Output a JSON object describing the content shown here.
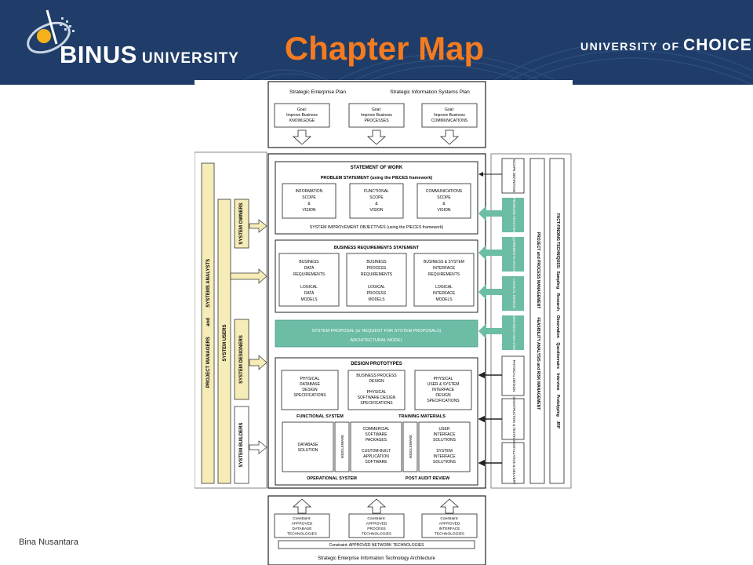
{
  "header": {
    "logo_word1": "BINUS",
    "logo_word2": "UNIVERSITY",
    "title": "Chapter Map",
    "tagline_prefix": "UNIVERSITY OF",
    "tagline_highlight": "CHOICE"
  },
  "footer": {
    "text": "Bina Nusantara"
  },
  "colors": {
    "header_bg": "#1f3d68",
    "title": "#f47b20",
    "teal": "#6cbca6",
    "yellow": "#f6ecb7",
    "stroke": "#222222"
  },
  "diagram": {
    "top_plans": {
      "left": "Strategic Enterprise Plan",
      "right": "Strategic Information Systems Plan",
      "goals": [
        [
          "Goal:",
          "Improve Business",
          "KNOWLEDGE"
        ],
        [
          "Goal:",
          "Improve Business",
          "PROCESSES"
        ],
        [
          "Goal:",
          "Improve Business",
          "COMMUNICATIONS"
        ]
      ]
    },
    "left_bars": {
      "managers": "PROJECT MANAGERS        and        SYSTEMS ANALYSTS",
      "users": "SYSTEM USERS",
      "owners": "SYSTEM OWNERS",
      "designers": "SYSTEM DESIGNERS",
      "builders": "SYSTEM BUILDERS"
    },
    "sow": {
      "title": "STATEMENT OF WORK",
      "problem": "PROBLEM STATEMENT (using the PIECES framework)",
      "boxes": [
        [
          "INFORMATION",
          "SCOPE",
          "&",
          "VISION"
        ],
        [
          "FUNCTIONAL",
          "SCOPE",
          "&",
          "VISION"
        ],
        [
          "COMMUNICATIONS",
          "SCOPE",
          "&",
          "VISION"
        ]
      ],
      "objectives": "SYSTEM IMPROVEMENT OBJECTIVES (using the PIECES framework)"
    },
    "brs": {
      "title": "BUSINESS REQUIREMENTS STATEMENT",
      "boxes": [
        [
          "BUSINESS",
          "DATA",
          "REQUIREMENTS",
          "",
          "LOGICAL",
          "DATA",
          "MODELS"
        ],
        [
          "BUSINESS",
          "PROCESS",
          "REQUIREMENTS",
          "",
          "LOGICAL",
          "PROCESS",
          "MODELS"
        ],
        [
          "BUSINESS & SYSTEM",
          "INTERFACE",
          "REQUIREMENTS",
          "",
          "LOGICAL",
          "INTERFACE",
          "MODELS"
        ]
      ]
    },
    "proposal": {
      "line1": "SYSTEM PROPOSAL  (or  REQUEST FOR SYSTEM PROPOSALS)",
      "line2": "ARCHITECTURAL MODEL"
    },
    "design": {
      "title": "DESIGN PROTOTYPES",
      "boxes": [
        [
          "PHYSICAL",
          "DATABASE",
          "DESIGN",
          "SPECIFICATIONS"
        ],
        [
          "BUSINESS PROCESS",
          "DESIGN",
          "",
          "PHYSICAL",
          "SOFTWARE DESIGN",
          "SPECIFICATIONS"
        ],
        [
          "PHYSICAL",
          "USER & SYSTEM",
          "INTERFACE",
          "DESIGN",
          "SPECIFICATIONS"
        ]
      ],
      "functional": "FUNCTIONAL SYSTEM",
      "training": "TRAINING MATERIALS",
      "db_solution": [
        "DATABASE",
        "SOLUTION"
      ],
      "middleware": "MIDDLEWARE",
      "software": [
        "COMMERCIAL",
        "SOFTWARE",
        "PACKAGES",
        "",
        "CUSTOM-BUILT",
        "APPLICATION",
        "SOFTWARE"
      ],
      "ui": [
        "USER",
        "INTERFACE",
        "SOLUTIONS",
        "",
        "SYSTEM",
        "INTERFACE",
        "SOLUTIONS"
      ],
      "operational": "OPERATIONAL SYSTEM",
      "post_audit": "POST AUDIT REVIEW"
    },
    "phases": {
      "scope": "SCOPE DEFINITION",
      "problem": "PROBLEM ANALYSIS",
      "requirements": "REQUIREMENTS ANALYSIS",
      "logical": "LOGICAL DESIGN",
      "decision": "DECISION ANALYSIS",
      "physical": "PHYSICAL DESIGN",
      "construction": "CONSTRUCTION & TESTING",
      "installation": "INSTALLATION & DELIVERY"
    },
    "side_bars": {
      "project": "PROJECT and PROCESS MANAGEMENT        FEASIBILITY ANALYSIS and RISK MANAGEMENT",
      "fact": "FACT-FINDING TECHNIQUES:  Sampling    Research    Observation    Questionnaire    Interview    Prototyping    JRP"
    },
    "bottom": {
      "constraints": [
        [
          "Constraint:",
          "APPROVED",
          "DATABASE",
          "TECHNOLOGIES"
        ],
        [
          "Constraint:",
          "APPROVED",
          "PROCESS",
          "TECHNOLOGIES"
        ],
        [
          "Constraint:",
          "APPROVED",
          "INTERFACE",
          "TECHNOLOGIES"
        ]
      ],
      "network": "Constraint: APPROVED NETWORK TECHNOLOGIES",
      "architecture": "Strategic Enterprise Information Technology Architecture"
    }
  }
}
